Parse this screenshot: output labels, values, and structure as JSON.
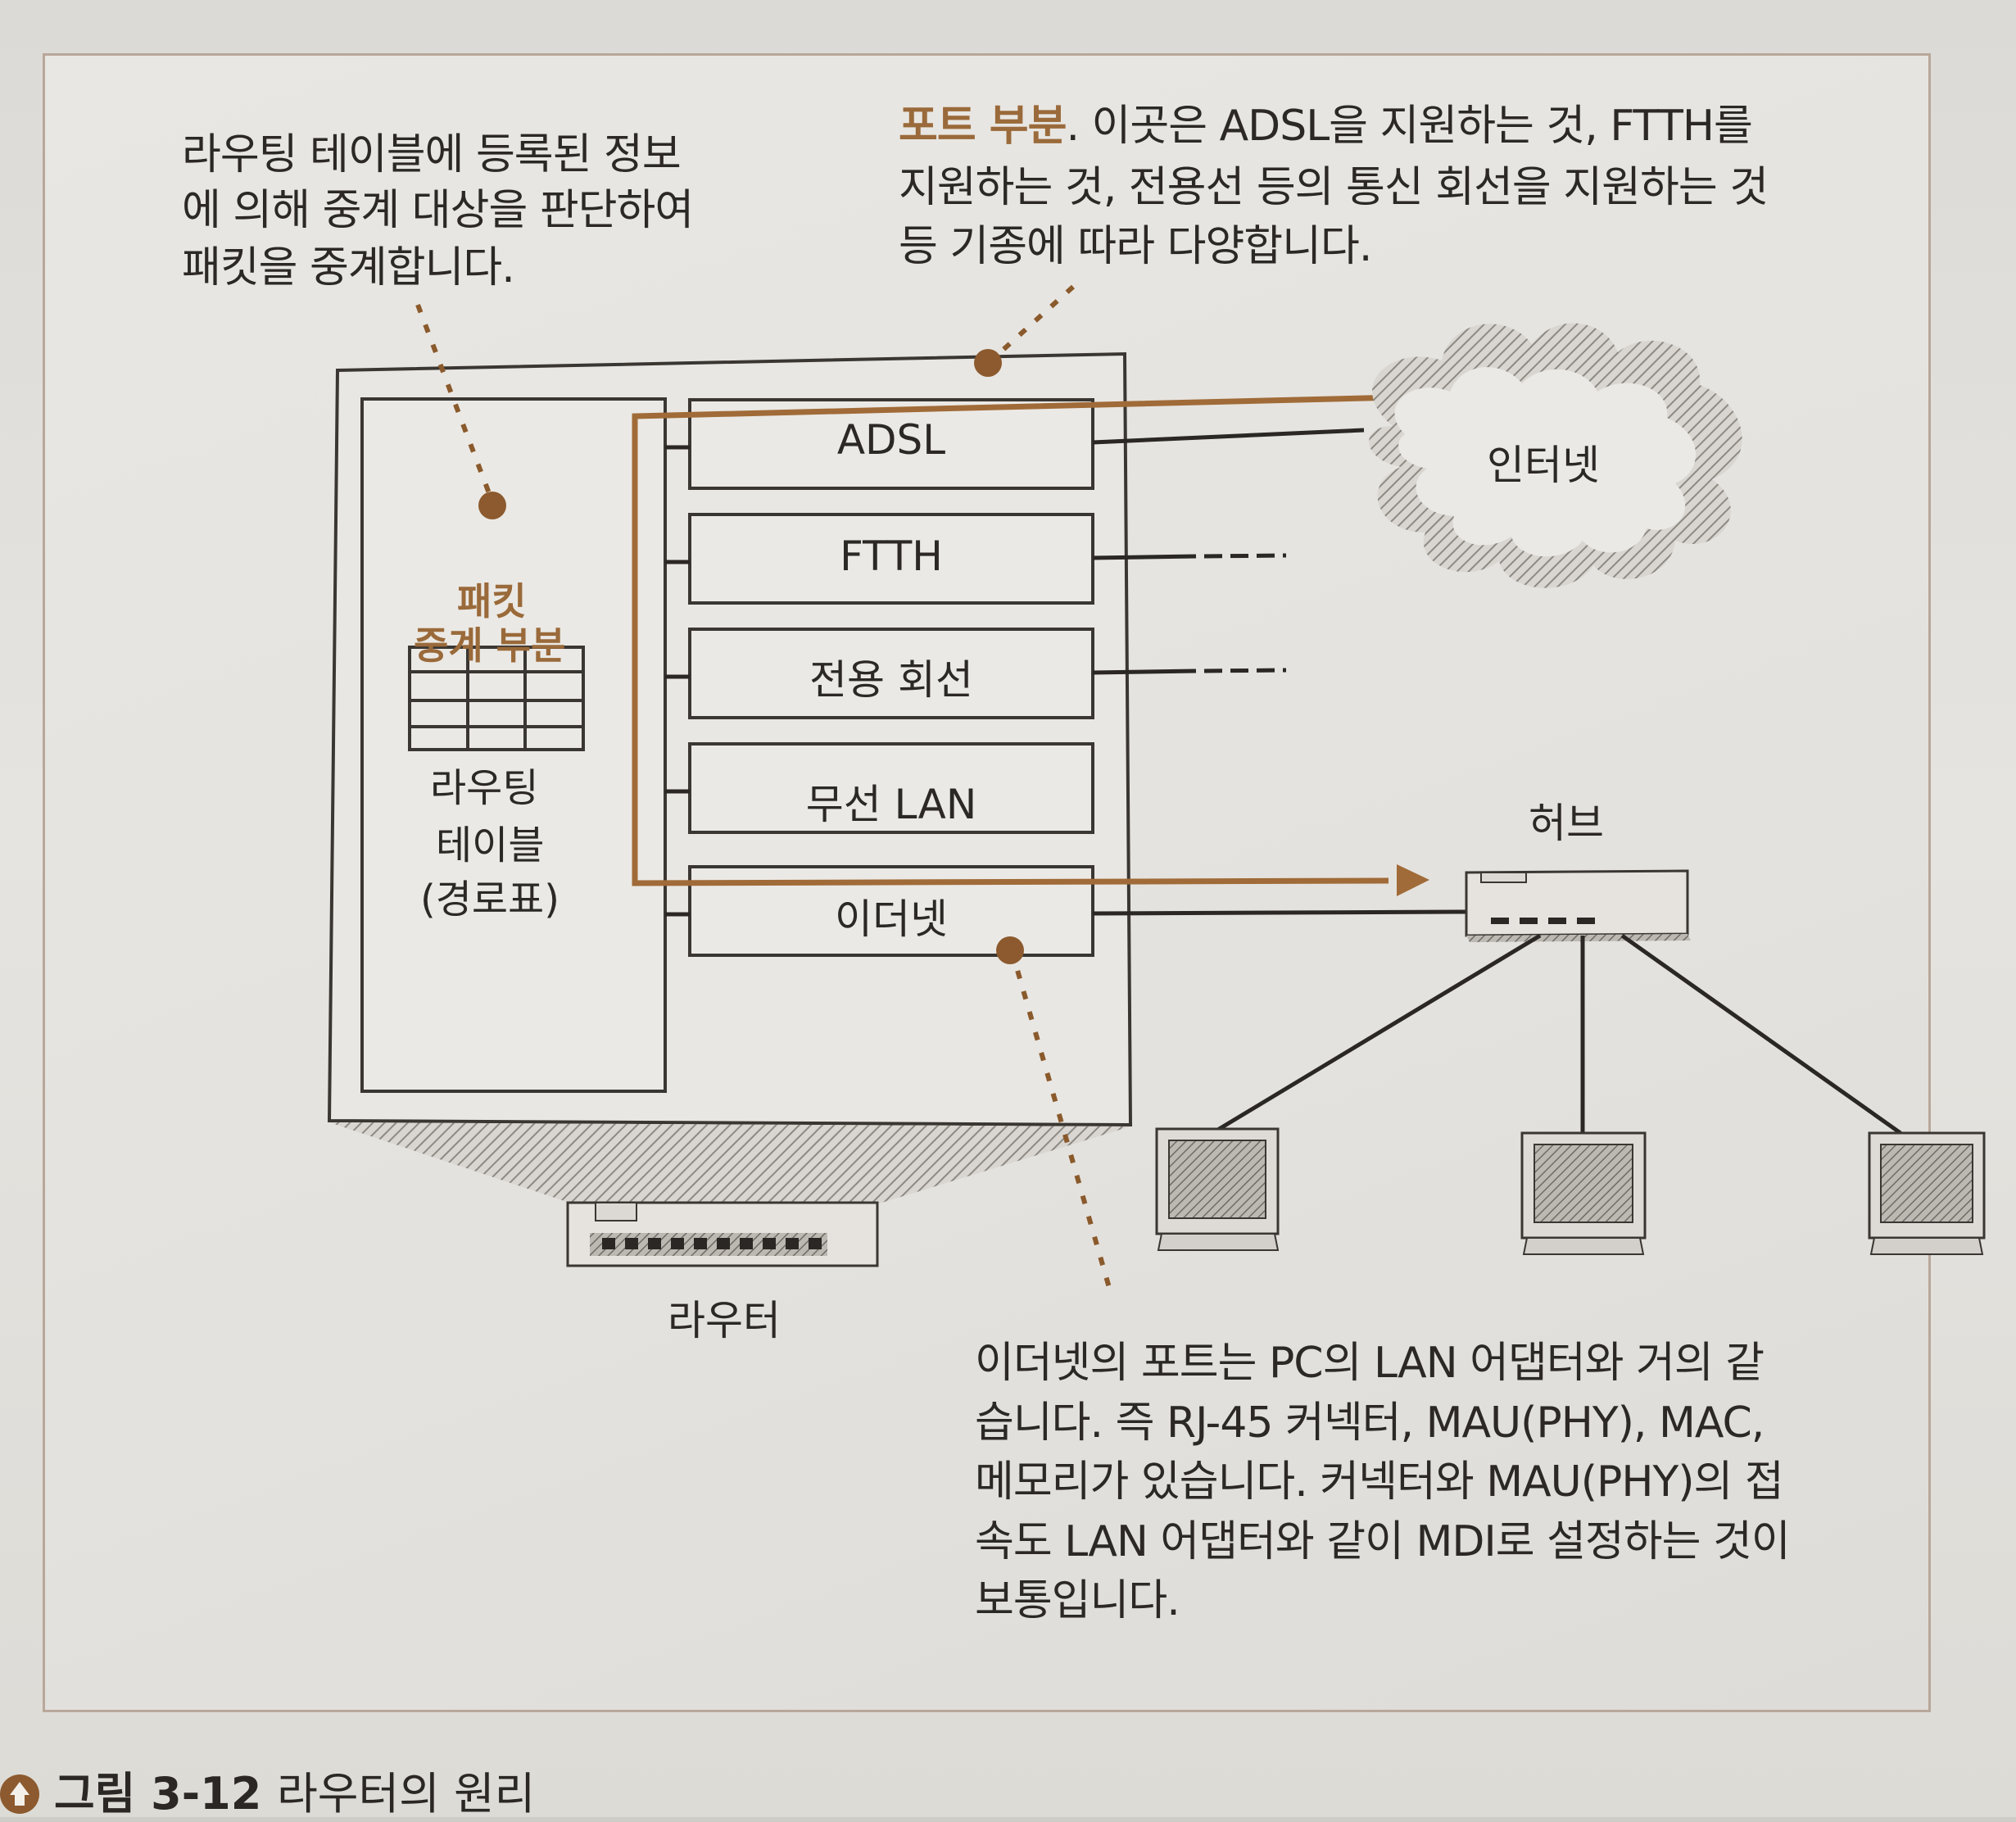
{
  "notes": {
    "routing": [
      "라우팅 테이블에 등록된 정보",
      "에 의해 중계 대상을 판단하여",
      "패킷을 중계합니다."
    ],
    "port_highlight": "포트 부분",
    "port_line1_rest": ". 이곳은 ADSL을 지원하는 것, FTTH를",
    "port_line2": "지원하는 것, 전용선 등의 통신 회선을 지원하는 것",
    "port_line3": "등 기종에 따라 다양합니다.",
    "ethernet": [
      "이더넷의 포트는 PC의 LAN 어댑터와 거의 같",
      "습니다. 즉 RJ-45 커넥터, MAU(PHY), MAC,",
      "메모리가 있습니다. 커넥터와 MAU(PHY)의 접",
      "속도 LAN 어댑터와 같이 MDI로 설정하는 것이",
      "보통입니다."
    ]
  },
  "router": {
    "relay_label_1": "패킷",
    "relay_label_2": "중계 부분",
    "table_label_1": "라우팅",
    "table_label_2": "테이블",
    "table_label_3": "(경로표)",
    "device_label": "라우터",
    "ports": [
      "ADSL",
      "FTTH",
      "전용 회선",
      "무선 LAN",
      "이더넷"
    ]
  },
  "network": {
    "internet_label": "인터넷",
    "hub_label": "허브"
  },
  "caption": {
    "figure_number": "그림 3-12",
    "title": "라우터의 원리"
  },
  "colors": {
    "accent": "#9a6a3a",
    "arrow": "#a06b38",
    "line": "#2a2724"
  }
}
